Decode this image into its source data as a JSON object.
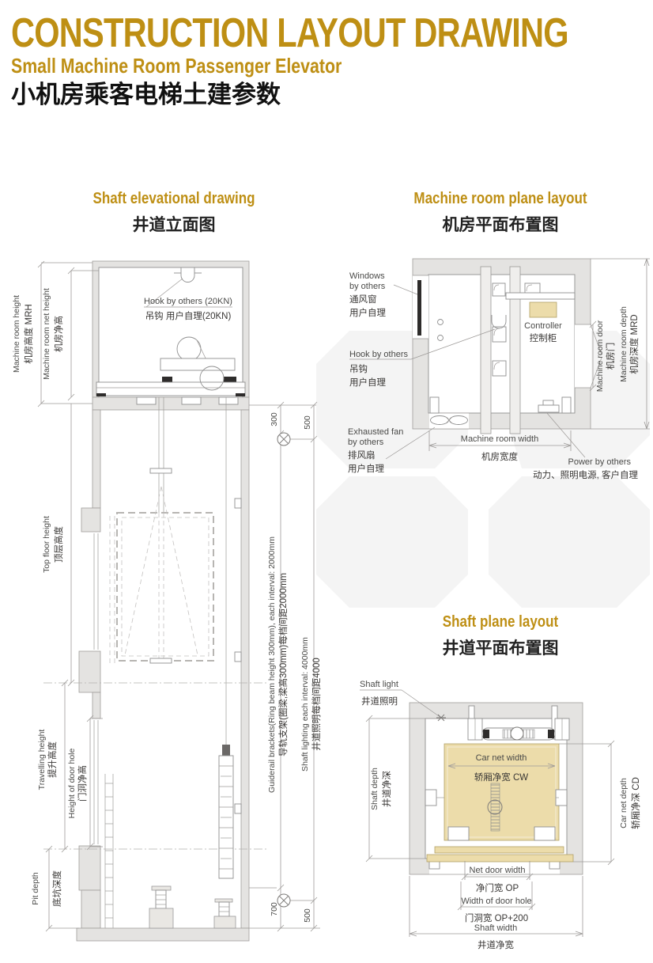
{
  "header": {
    "title": "CONSTRUCTION LAYOUT DRAWING",
    "subtitle": "Small Machine Room Passenger Elevator",
    "subtitle_zh": "小机房乘客电梯土建参数"
  },
  "colors": {
    "accent_gold": "#BE8F14",
    "wall_gray": "#E4E3E1",
    "line_gray": "#8F8F8F",
    "tan": "#ECDCAA",
    "watermark": "#F4F4F4"
  },
  "elevation": {
    "title": "Shaft elevational drawing",
    "title_zh": "井道立面图",
    "hook_label": "Hook by others (20KN)",
    "hook_label_zh": "吊钩 用户自理(20KN)",
    "machine_room_height": "Machine room height",
    "machine_room_height_zh": "机房高度 MRH",
    "machine_room_net_height": "Machine room net height",
    "machine_room_net_height_zh": "机房净高",
    "top_floor_height": "Top floor height",
    "top_floor_height_zh": "顶层高度",
    "travelling_height": "Travelling height",
    "travelling_height_zh": "提升高度",
    "door_hole_height": "Height of door hole",
    "door_hole_height_zh": "门洞净高",
    "pit_depth": "Pit depth",
    "pit_depth_zh": "底坑深度",
    "guiderail_note": "Guiderail brackets(Ring beam height 300mm), each interval: 2000mm",
    "guiderail_note_zh": "导轨支架(圈梁,梁高300mm)每档间距2000mm",
    "lighting_note": "Shaft lighting each interval: 4000mm",
    "lighting_note_zh": "井道照明每档间距4000",
    "dim_top_300": "300",
    "dim_top_500": "500",
    "dim_bottom_700": "700",
    "dim_bottom_500": "500"
  },
  "machine_room_plan": {
    "title": "Machine room plane layout",
    "title_zh": "机房平面布置图",
    "windows_1": "Windows",
    "windows_2": "by others",
    "windows_zh1": "通风窗",
    "windows_zh2": "用户自理",
    "hook": "Hook by others",
    "hook_zh1": "吊钩",
    "hook_zh2": "用户自理",
    "controller": "Controller",
    "controller_zh": "控制柜",
    "fan_1": "Exhausted fan",
    "fan_2": "by others",
    "fan_zh1": "排风扇",
    "fan_zh2": "用户自理",
    "width": "Machine room width",
    "width_zh": "机房宽度",
    "power": "Power by others",
    "power_zh": "动力、照明电源, 客户自理",
    "door": "Machine room door",
    "door_zh": "机房门",
    "depth": "Machine room depth",
    "depth_zh": "机房深度 MRD"
  },
  "shaft_plan": {
    "title": "Shaft plane layout",
    "title_zh": "井道平面布置图",
    "shaft_light": "Shaft light",
    "shaft_light_zh": "井道照明",
    "car_net_width": "Car net width",
    "car_net_width_zh": "轿厢净宽 CW",
    "shaft_depth": "Shaft depth",
    "shaft_depth_zh": "井道净深",
    "car_net_depth": "Car net depth",
    "car_net_depth_zh": "轿厢净深 CD",
    "net_door_width": "Net door width",
    "net_door_width_zh": "净门宽 OP",
    "door_hole_width": "Width of door hole",
    "door_hole_width_zh": "门洞宽 OP+200",
    "shaft_width": "Shaft width",
    "shaft_width_zh": "井道净宽"
  }
}
